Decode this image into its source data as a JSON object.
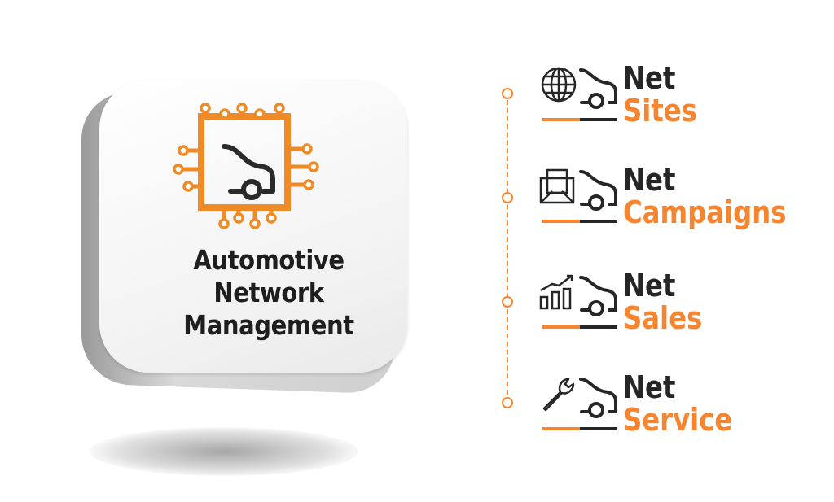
{
  "logo": {
    "title_lines": [
      "Automotive",
      "Network",
      "Management"
    ],
    "icon": "chip-car-icon"
  },
  "products": [
    {
      "prefix": "Net",
      "name": "Sites",
      "icon": "globe-icon"
    },
    {
      "prefix": "Net",
      "name": "Campaigns",
      "icon": "envelope-icon"
    },
    {
      "prefix": "Net",
      "name": "Sales",
      "icon": "growth-chart-icon"
    },
    {
      "prefix": "Net",
      "name": "Service",
      "icon": "wrench-icon"
    }
  ],
  "colors": {
    "accent": "#f7852f",
    "dark": "#262626"
  }
}
